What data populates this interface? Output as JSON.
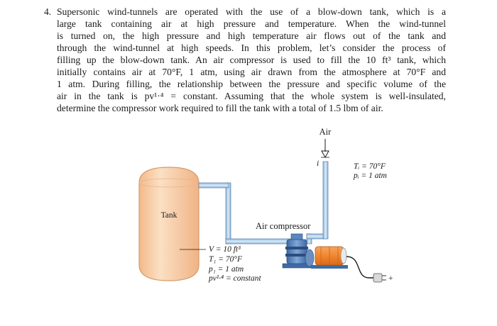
{
  "problem": {
    "number": "4.",
    "lines": [
      "Supersonic wind-tunnels are operated with the use of a blow-down tank, which is a",
      "large tank containing air at high pressure and temperature. When the wind-tunnel",
      "is turned on, the high pressure and high temperature air flows out of the tank and",
      "through the wind-tunnel at high speeds. In this problem, let’s consider the process of",
      "filling up the blow-down tank. An air compressor is used to fill the 10 ft³ tank, which",
      "initially contains air at 70°F, 1 atm, using air drawn from the atmosphere at 70°F and",
      "1 atm. During filling, the relationship between the pressure and specific volume of the",
      "air in the tank is pv¹·⁴ = constant. Assuming that the whole system is well-insulated,",
      "determine the compressor work required to fill the tank with a total of 1.5 lbm of air."
    ]
  },
  "figure": {
    "air_label": "Air",
    "inlet_label": "i",
    "inlet_conditions": {
      "temperature": "Tᵢ = 70°F",
      "pressure": "pᵢ = 1 atm"
    },
    "tank_label": "Tank",
    "compressor_label": "Air compressor",
    "tank_conditions": {
      "volume": "V = 10 ft³",
      "temperature": "T₁ = 70°F",
      "pressure": "p₁ = 1 atm",
      "relation": "pv¹·⁴ = constant"
    },
    "plug_sign": "+",
    "colors": {
      "tank_fill": "#f8cfa4",
      "tank_edge": "#d9a072",
      "pipe_fill": "#b9d9f0",
      "pipe_edge": "#5b7ea8",
      "motor_orange": "#f28a3c",
      "compressor_blue": "#4f79b3"
    }
  }
}
